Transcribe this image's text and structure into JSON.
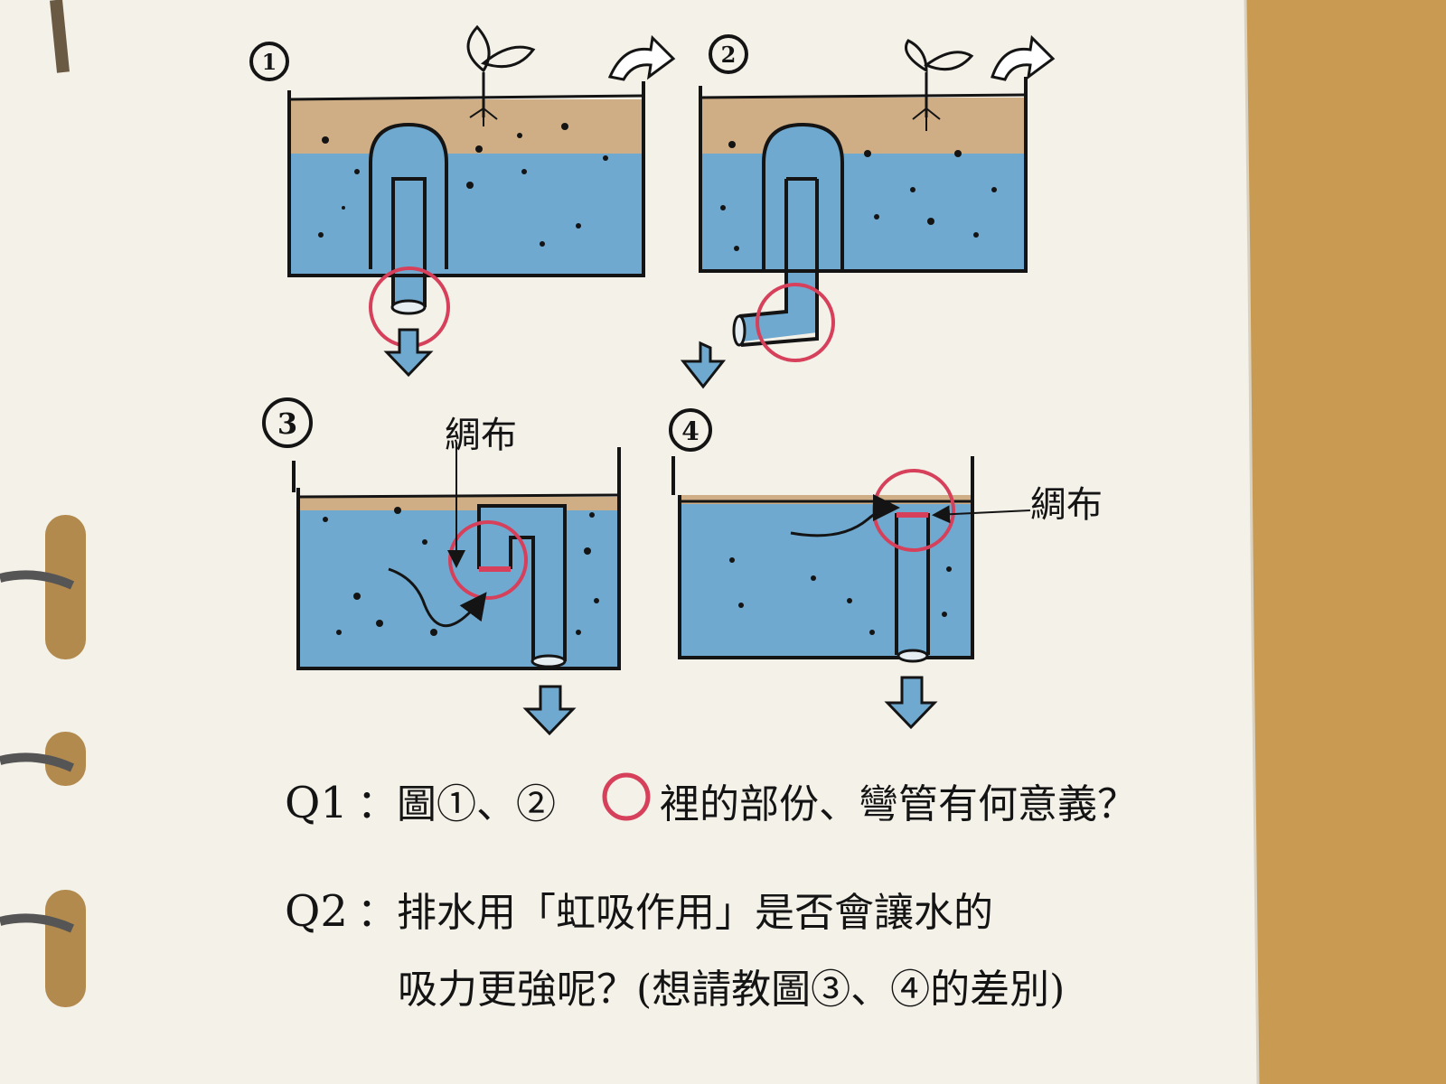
{
  "diagrams": [
    {
      "number": "1"
    },
    {
      "number": "2"
    },
    {
      "number": "3",
      "label": "綢布"
    },
    {
      "number": "4",
      "label": "綢布"
    }
  ],
  "questions": [
    {
      "prefix": "Q1",
      "line1_before": "：圖①、②",
      "line1_after": "裡的部份、彎管有何意義？"
    },
    {
      "prefix": "Q2",
      "line1": "：排水用「虹吸作用」是否會讓水的",
      "line2": "吸力更強呢？(想請教圖③、④的差別)"
    }
  ],
  "colors": {
    "paper": "#f4f1e8",
    "background": "#c99a52",
    "water": "#6fa9cf",
    "soil": "#cfae86",
    "ink": "#141414",
    "red_circle": "#d6405a"
  }
}
